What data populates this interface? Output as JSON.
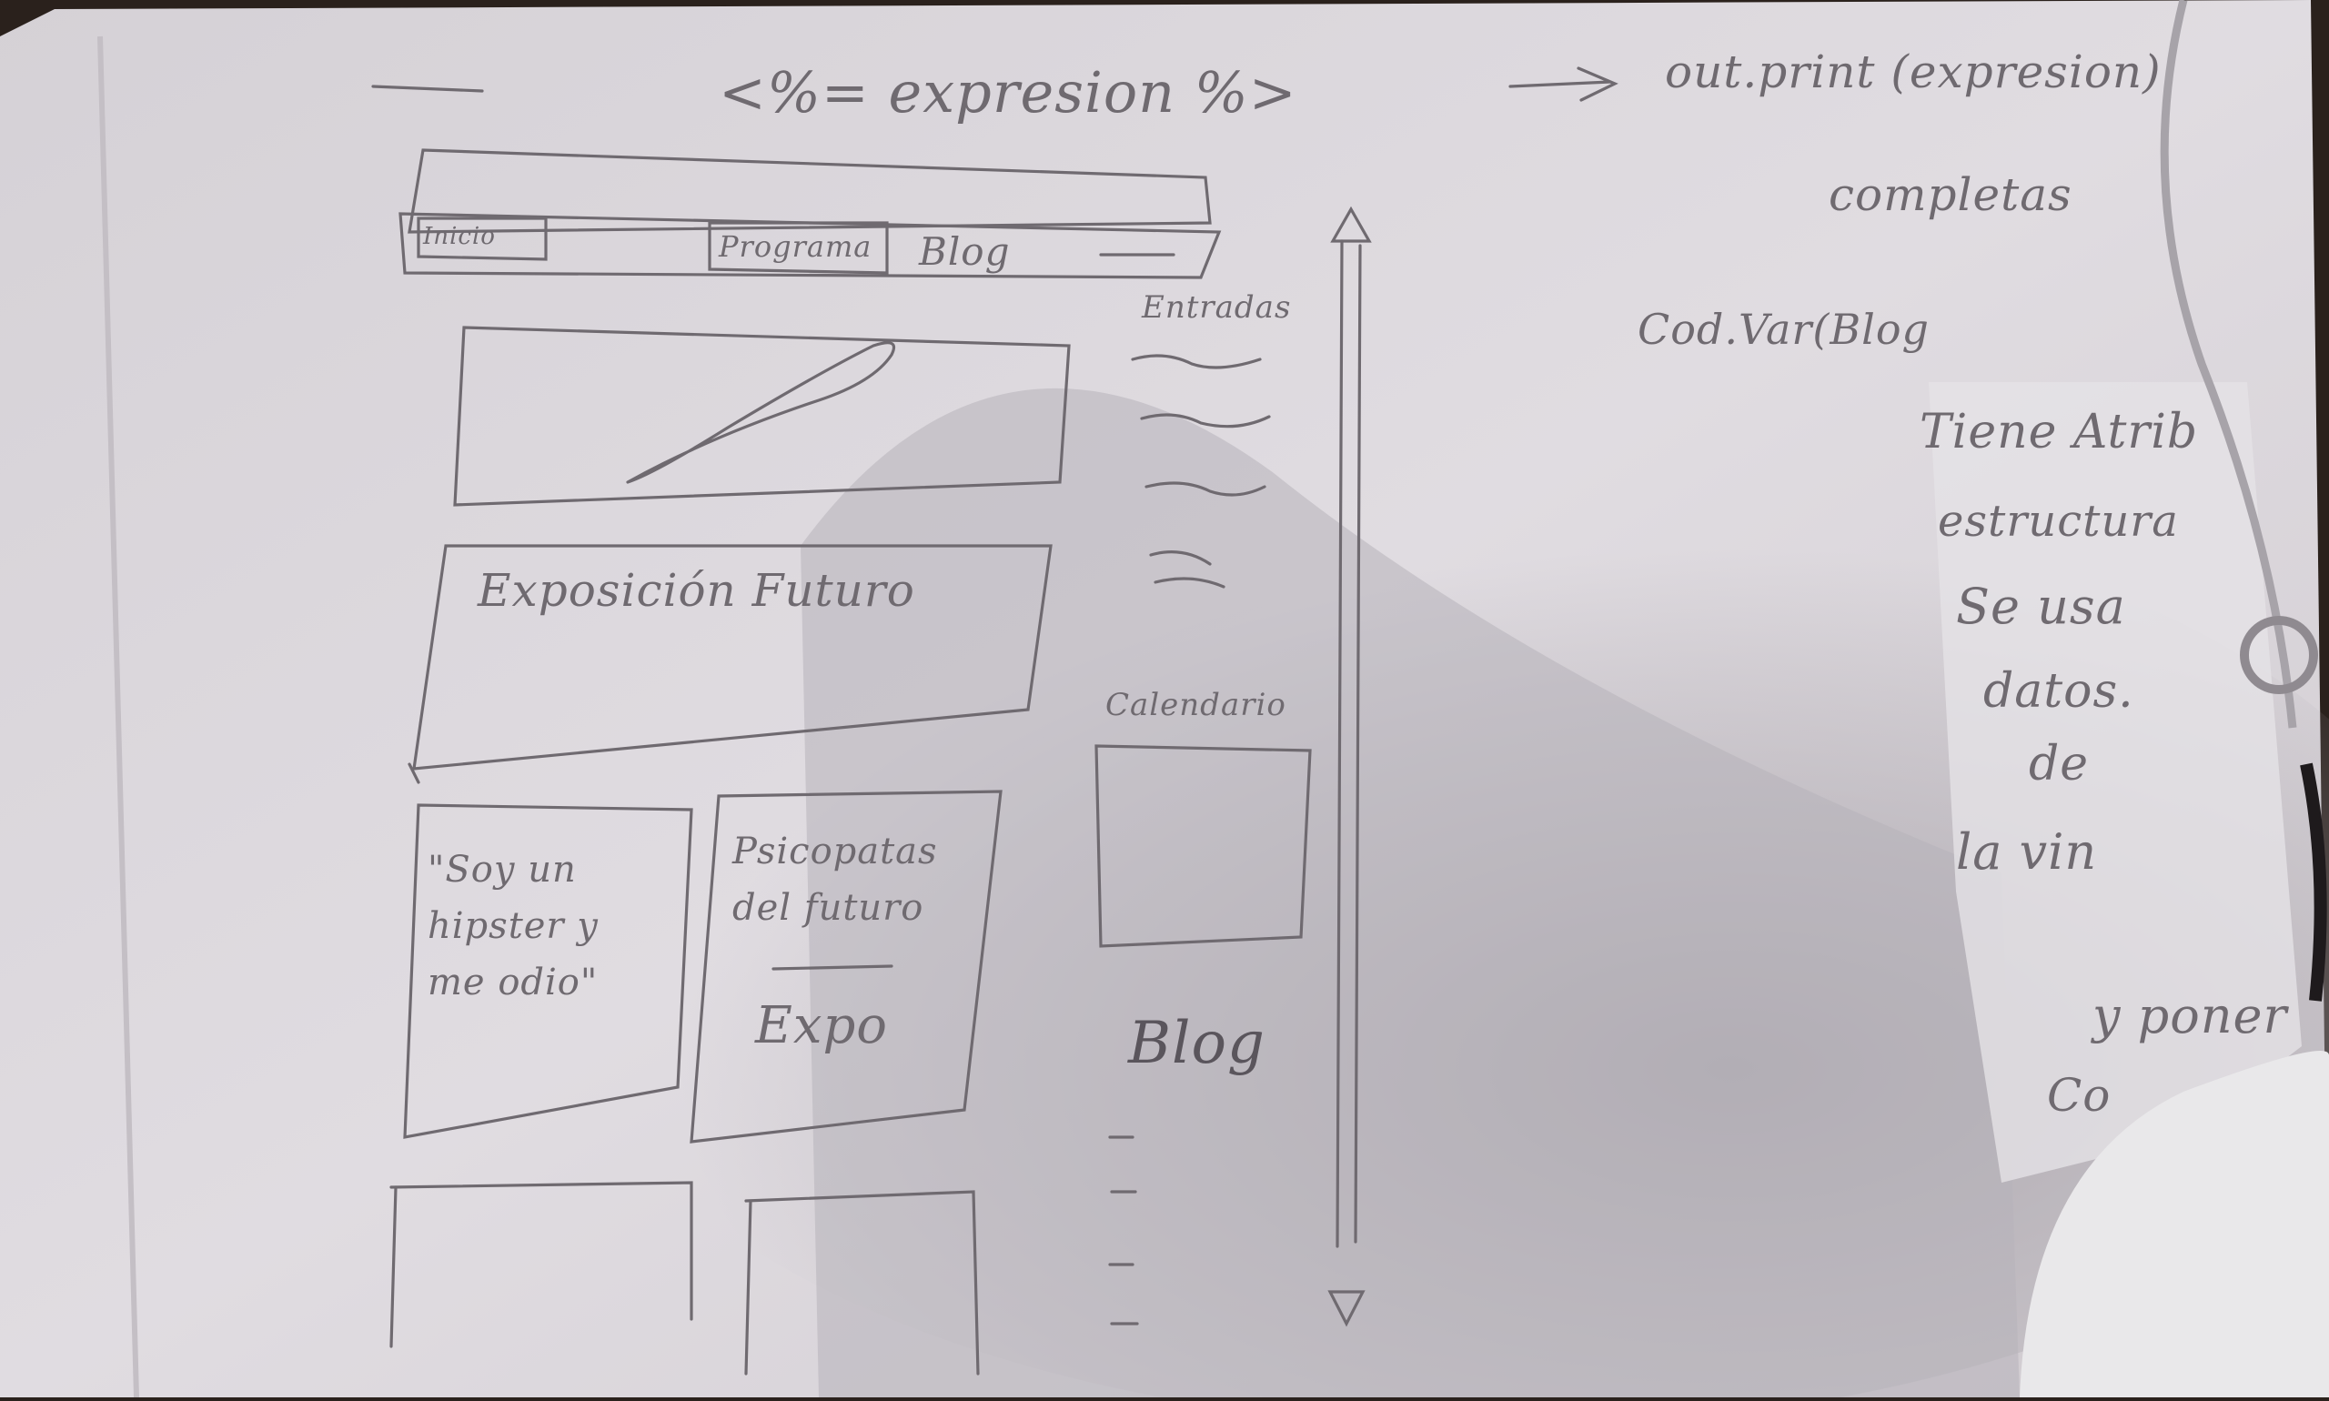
{
  "notes": {
    "top_line": "<%= expresion %>",
    "top_arrow_text": "out.print (expresion)",
    "completas": "completas",
    "cod_var": "Cod.Var(Blog",
    "side_lines": [
      "Tiene Atrib",
      "estructura",
      "Se usa",
      "datos.",
      "de",
      "la vin",
      "y poner",
      "Co"
    ]
  },
  "sketch": {
    "nav_items": [
      "Inicio",
      "Programa",
      "Blog"
    ],
    "entradas_label": "Entradas",
    "hero_caption": "Exposición Futuro",
    "card1_text": "\"Soy un hipster y me odio\"",
    "card2_title": "Psicopatas del futuro",
    "card2_sub": "Expo",
    "calendario_label": "Calendario",
    "blog_label": "Blog"
  },
  "colors": {
    "paper": "#dcd8dd",
    "ink": "#6f6a70",
    "shadow": "#b3aeb5",
    "background": "#2a211c"
  }
}
